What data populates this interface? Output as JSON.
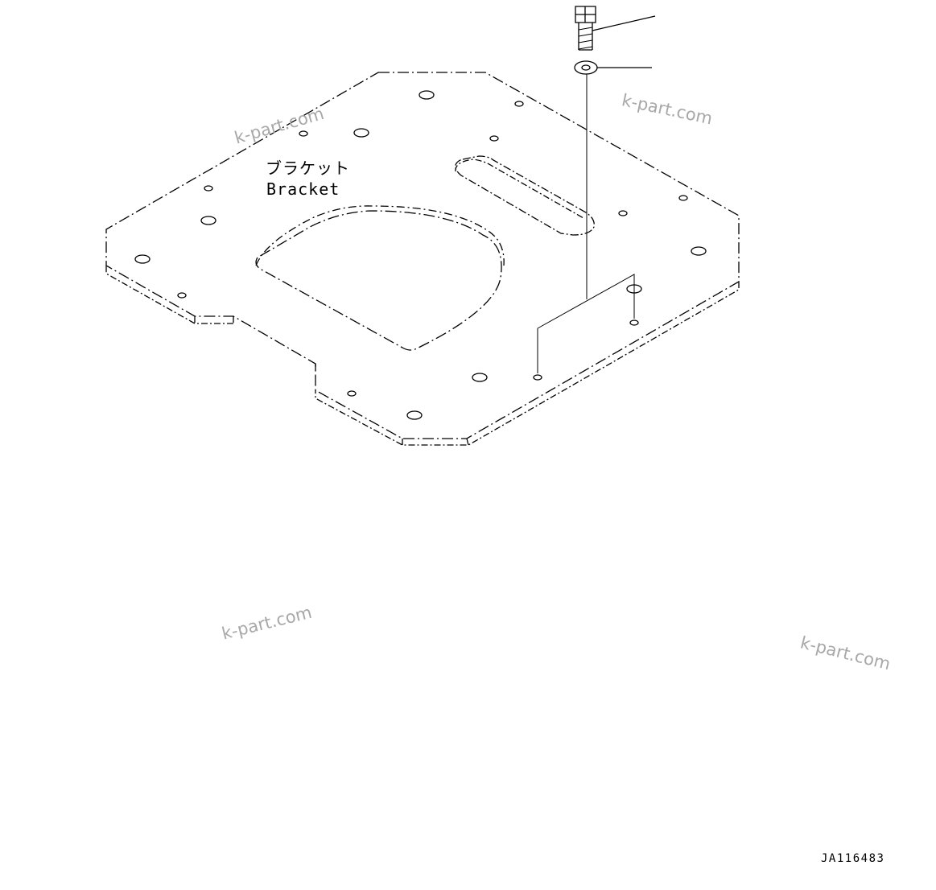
{
  "label": {
    "japanese": "ブラケット",
    "english": "Bracket"
  },
  "watermarks": [
    "k-part.com",
    "k-part.com",
    "k-part.com",
    "k-part.com"
  ],
  "drawing_number": "JA116483",
  "colors": {
    "line": "#000000",
    "watermark": "#a8a8a8",
    "background": "#ffffff"
  }
}
